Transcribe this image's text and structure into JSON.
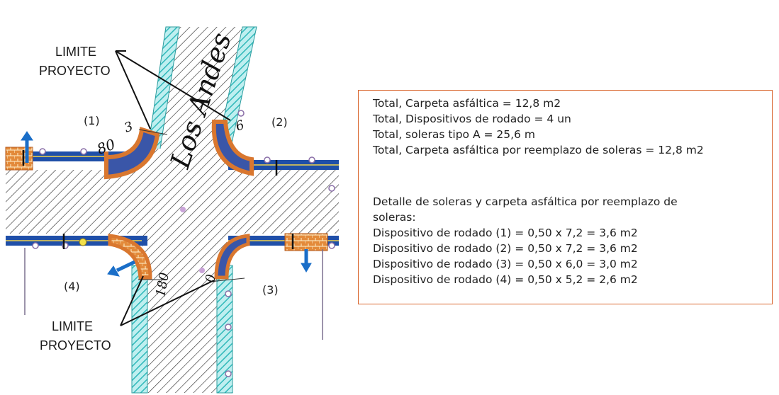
{
  "plan": {
    "street_name": "Los Andes",
    "limit_label_top": [
      "LIMITE",
      "PROYECTO"
    ],
    "limit_label_bottom": [
      "LIMITE",
      "PROYECTO"
    ],
    "corner_labels": [
      "(1)",
      "(2)",
      "(3)",
      "(4)"
    ],
    "dimension_marks": [
      "80",
      "3",
      "6",
      "180",
      "0"
    ]
  },
  "summary": {
    "totals": [
      "Total, Carpeta asfáltica = 12,8 m2",
      "Total, Dispositivos de rodado = 4 un",
      "Total, soleras tipo A = 25,6 m",
      "Total, Carpeta asfáltica por reemplazo de soleras = 12,8 m2"
    ],
    "detail_heading": [
      "Detalle de soleras y carpeta asfáltica por reemplazo de",
      "soleras:"
    ],
    "details": [
      "Dispositivo de rodado (1) = 0,50 x 7,2 = 3,6 m2",
      "Dispositivo de rodado (2) = 0,50 x 7,2 = 3,6 m2",
      "Dispositivo de rodado (3) = 0,50 x 6,0 = 3,0 m2",
      "Dispositivo de rodado (4) = 0,50 x 5,2 = 2,6 m2"
    ]
  },
  "colors": {
    "box_border": "#d9662e",
    "sidewalk_blue": "#1f4fa8",
    "ramp_orange": "#d9772f",
    "hatch_cyan": "#35bfc0",
    "arrow_blue": "#1a6ec8"
  }
}
